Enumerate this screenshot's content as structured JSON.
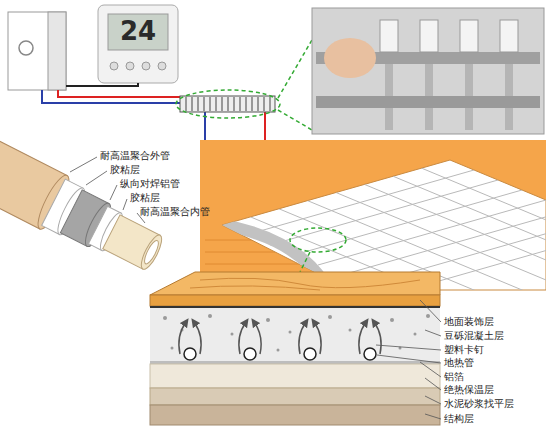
{
  "diagram": {
    "labels": [
      "24",
      "耐高温聚合外管",
      "胶粘层",
      "纵向对焊铝管",
      "胶粘层",
      "耐高温聚合内管",
      "地面装饰层",
      "豆砾混凝土层",
      "塑料卡钉",
      "地热管",
      "铝箔",
      "绝热保温层",
      "水泥砂浆找平层",
      "结构层"
    ]
  }
}
